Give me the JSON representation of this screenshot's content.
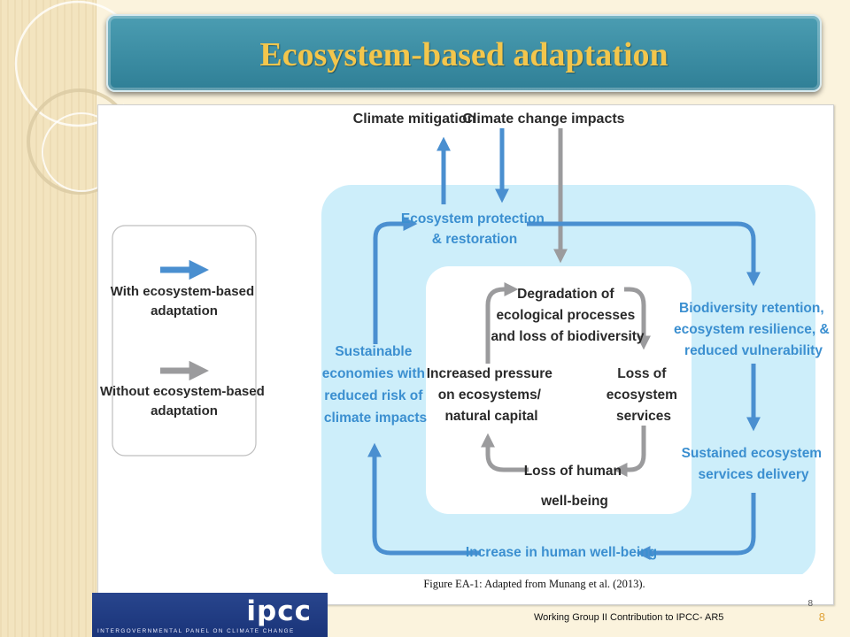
{
  "title": "Ecosystem-based adaptation",
  "diagram": {
    "top": {
      "mitigation": "Climate mitigation",
      "impacts": "Climate change impacts"
    },
    "legend": {
      "with_line1": "With ecosystem-based",
      "with_line2": "adaptation",
      "without_line1": "Without ecosystem-based",
      "without_line2": "adaptation"
    },
    "outer": {
      "protection_line1": "Ecosystem protection",
      "protection_line2": "& restoration",
      "biodiversity_line1": "Biodiversity retention,",
      "biodiversity_line2": "ecosystem resilience, &",
      "biodiversity_line3": "reduced vulnerability",
      "sustained_line1": "Sustained ecosystem",
      "sustained_line2": "services delivery",
      "wellbeing": "Increase in human well-being",
      "sustainable_line1": "Sustainable",
      "sustainable_line2": "economies with",
      "sustainable_line3": "reduced risk of",
      "sustainable_line4": "climate impacts"
    },
    "inner": {
      "degradation_line1": "Degradation of",
      "degradation_line2": "ecological processes",
      "degradation_line3": "and loss of biodiversity",
      "loss_services_line1": "Loss of",
      "loss_services_line2": "ecosystem",
      "loss_services_line3": "services",
      "loss_human_line1": "Loss of human",
      "loss_human_line2": "well-being",
      "pressure_line1": "Increased pressure",
      "pressure_line2": "on ecosystems/",
      "pressure_line3": "natural capital"
    },
    "colors": {
      "blue_arrow": "#4a8fd0",
      "gray_arrow": "#9b9b9d",
      "outer_fill": "#cdeefa",
      "inner_fill": "#ffffff",
      "blue_text": "#3b8fd0",
      "dark_text": "#2a2a2a"
    }
  },
  "caption": "Figure EA-1: Adapted from Munang et al. (2013).",
  "logo": {
    "text": "ipcc",
    "subtitle": "INTERGOVERNMENTAL PANEL ON CLIMATE CHANGE"
  },
  "footer": "Working Group II Contribution to IPCC- AR5",
  "page_number": "8",
  "page_number_small": "8"
}
